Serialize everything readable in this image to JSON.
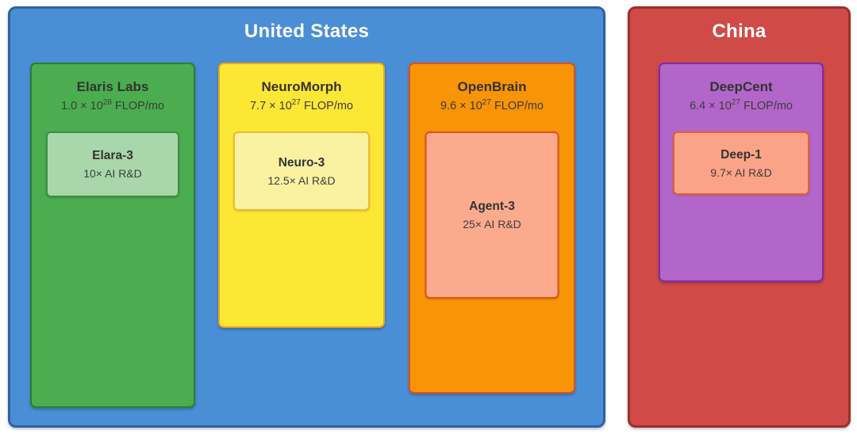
{
  "regions": [
    {
      "name": "United States",
      "colors": {
        "fill": "#4a8ed5",
        "border": "#2d62a3",
        "title_text": "#ffffff"
      },
      "labs": [
        {
          "name": "Elaris Labs",
          "compute": {
            "flop_prefix": "1.0 × 10",
            "flop_exp": "28",
            "flop_suffix": " FLOP/mo"
          },
          "colors": {
            "fill": "#4bad4f",
            "border": "#2e7d32"
          },
          "model": {
            "name": "Elara-3",
            "rnd": "10× AI R&D",
            "colors": {
              "fill": "#aad6ab",
              "border": "#3e8e42"
            }
          }
        },
        {
          "name": "NeuroMorph",
          "compute": {
            "flop_prefix": "7.7 × 10",
            "flop_exp": "27",
            "flop_suffix": " FLOP/mo"
          },
          "colors": {
            "fill": "#fde735",
            "border": "#f0a318"
          },
          "model": {
            "name": "Neuro-3",
            "rnd": "12.5× AI R&D",
            "colors": {
              "fill": "#faf2a0",
              "border": "#f0ba35"
            }
          }
        },
        {
          "name": "OpenBrain",
          "compute": {
            "flop_prefix": "9.6 × 10",
            "flop_exp": "27",
            "flop_suffix": " FLOP/mo"
          },
          "colors": {
            "fill": "#f89406",
            "border": "#e0521c"
          },
          "model": {
            "name": "Agent-3",
            "rnd": "25× AI R&D",
            "colors": {
              "fill": "#fbaa8e",
              "border": "#e0521c"
            }
          }
        }
      ]
    },
    {
      "name": "China",
      "colors": {
        "fill": "#d04a48",
        "border": "#9c302c",
        "title_text": "#ffffff"
      },
      "labs": [
        {
          "name": "DeepCent",
          "compute": {
            "flop_prefix": "6.4 × 10",
            "flop_exp": "27",
            "flop_suffix": " FLOP/mo"
          },
          "colors": {
            "fill": "#b366c9",
            "border": "#8428ae"
          },
          "model": {
            "name": "Deep-1",
            "rnd": "9.7× AI R&D",
            "colors": {
              "fill": "#fba388",
              "border": "#ea5f2d"
            }
          }
        }
      ]
    }
  ]
}
